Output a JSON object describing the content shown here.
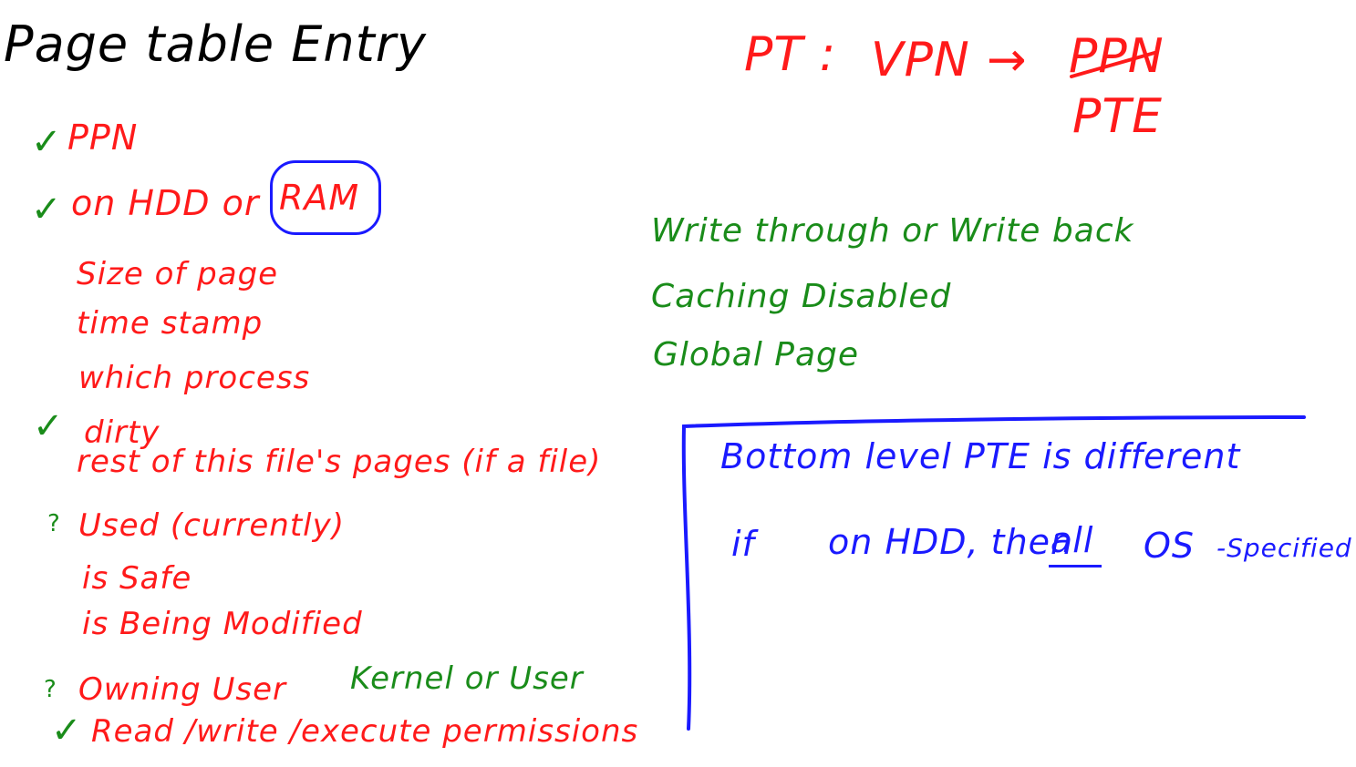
{
  "title": "Page table Entry",
  "header": {
    "pt_label": "PT :",
    "vpn": "VPN",
    "arrow": "→",
    "ppn": "PPN",
    "pte": "PTE"
  },
  "left_list": {
    "ppn": "PPN",
    "location": "on HDD or",
    "ram": "RAM",
    "size": "Size of page",
    "timestamp": "time stamp",
    "process": "which process",
    "dirty": "dirty",
    "rest": "rest of this file's pages (if a file)",
    "used": "Used (currently)",
    "safe": "is Safe",
    "modified": "is Being Modified",
    "owning": "Owning User",
    "kernel": "Kernel or User",
    "rwx": "Read /write /execute permissions"
  },
  "marks": {
    "check": "✓",
    "question": "?"
  },
  "right_list": {
    "write": "Write through or Write back",
    "caching": "Caching Disabled",
    "global": "Global Page"
  },
  "box": {
    "line1": "Bottom level PTE   is different",
    "line2_if": "if",
    "line2_mid": "on HDD, then",
    "line2_all": "all",
    "line2_os": "OS",
    "line2_spec": "-Specified"
  },
  "colors": {
    "black": "#000000",
    "red": "#ff1a1a",
    "green": "#1a8c1a",
    "blue": "#1a1aff"
  }
}
